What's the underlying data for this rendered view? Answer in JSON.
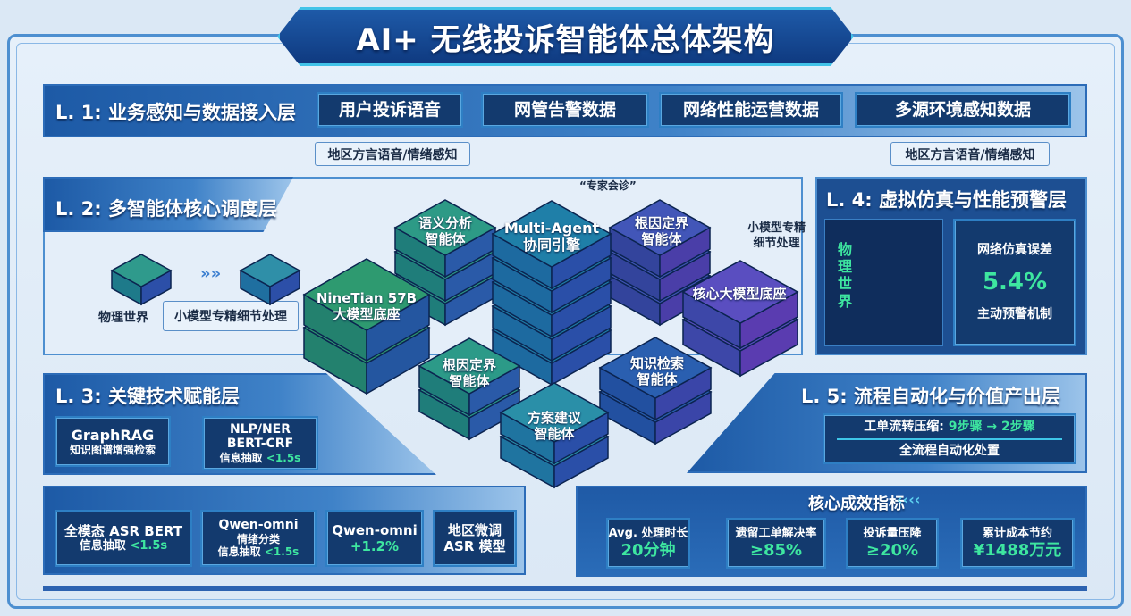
{
  "title": "AI+ 无线投诉智能体总体架构",
  "l1": {
    "title": "L. 1: 业务感知与数据接入层",
    "inputs": [
      "用户投诉语音",
      "网管告警数据",
      "网络性能运营数据",
      "多源环境感知数据"
    ],
    "notes": [
      "地区方言语音/情绪感知",
      "地区方言语音/情绪感知"
    ]
  },
  "l2": {
    "title": "L. 2: 多智能体核心调度层",
    "physical": "物理世界",
    "small_model": "小模型专精细节处理",
    "expert": "“专家会诊”",
    "small_model_right": "小模型专精\n细节处理",
    "cubes": {
      "semantic": "语义分析\n智能体",
      "multi_agent": "Multi-Agent\n协同引擎",
      "root_top": "根因定界\n智能体",
      "core": "核心大模型底座",
      "ninetian": "NineTian 57B\n大模型底座",
      "root_bottom": "根因定界\n智能体",
      "knowledge": "知识检索\n智能体",
      "plan": "方案建议\n智能体"
    }
  },
  "l3": {
    "title": "L. 3: 关键技术赋能层",
    "row1": [
      {
        "l1": "GraphRAG",
        "l2": "知识图谱增强检索"
      },
      {
        "l1": "NLP/NER",
        "l2": "BERT-CRF",
        "l3": "信息抽取",
        "v": "<1.5s"
      }
    ],
    "row2": [
      {
        "l1": "全模态 ASR BERT",
        "l3": "信息抽取",
        "v": "<1.5s"
      },
      {
        "l1": "Qwen-omni",
        "l2": "情绪分类",
        "l3": "信息抽取",
        "v": "<1.5s"
      },
      {
        "l1": "Qwen-omni",
        "v": "+1.2%"
      },
      {
        "l1": "地区微调",
        "l2": "ASR 模型"
      }
    ]
  },
  "l4": {
    "title": "L. 4: 虚拟仿真与性能预警层",
    "physical": "物理世界",
    "metric_label": "网络仿真误差",
    "metric_value": "5.4%",
    "mechanism": "主动预警机制"
  },
  "l5": {
    "title": "L. 5: 流程自动化与价值产出层",
    "compress_label": "工单流转压缩:",
    "compress_value": "9步骤 → 2步骤",
    "auto": "全流程自动化处置"
  },
  "kpi": {
    "title": "核心成效指标",
    "items": [
      {
        "label": "Avg. 处理时长",
        "value": "20分钟"
      },
      {
        "label": "遗留工单解决率",
        "value": "≥85%"
      },
      {
        "label": "投诉量压降",
        "value": "≥20%"
      },
      {
        "label": "累计成本节约",
        "value": "¥1488万元"
      }
    ]
  },
  "colors": {
    "accent": "#3ee6a0",
    "navy": "#133a6e",
    "border": "#2e7fc4"
  }
}
